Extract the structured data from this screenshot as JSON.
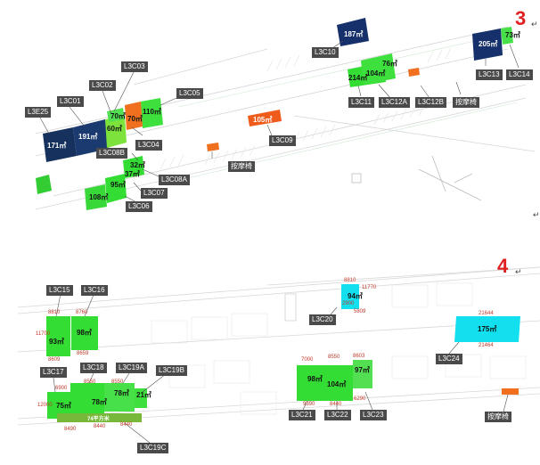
{
  "section3": {
    "number": "3",
    "labels": {
      "l3e25": "L3E25",
      "l3c01": "L3C01",
      "l3c02": "L3C02",
      "l3c03": "L3C03",
      "l3c04": "L3C04",
      "l3c05": "L3C05",
      "l3c08b": "L3C08B",
      "l3c08a": "L3C08A",
      "l3c07": "L3C07",
      "l3c06": "L3C06",
      "l3c09": "L3C09",
      "l3c10": "L3C10",
      "l3c11": "L3C11",
      "l3c12a": "L3C12A",
      "l3c12b": "L3C12B",
      "massage": "按摩椅",
      "l3c13": "L3C13",
      "l3c14": "L3C14",
      "massage2": "按摩椅"
    },
    "areas": {
      "a171": "171㎡",
      "a191": "191㎡",
      "a60": "60㎡",
      "a70a": "70㎡",
      "a70b": "70㎡",
      "a110": "110㎡",
      "a105": "105㎡",
      "a187": "187㎡",
      "a214": "214㎡",
      "a104": "104㎡",
      "a76": "76㎡",
      "a205": "205㎡",
      "a73": "73㎡",
      "a32": "32㎡",
      "a37": "37㎡",
      "a95": "95㎡",
      "a108": "108㎡"
    }
  },
  "section4": {
    "number": "4",
    "labels": {
      "l3c15": "L3C15",
      "l3c16": "L3C16",
      "l3c17": "L3C17",
      "l3c18": "L3C18",
      "l3c19a": "L3C19A",
      "l3c19b": "L3C19B",
      "l3c19c": "L3C19C",
      "l3c20": "L3C20",
      "l3c21": "L3C21",
      "l3c22": "L3C22",
      "l3c23": "L3C23",
      "l3c24": "L3C24",
      "massage": "按摩椅"
    },
    "areas": {
      "a93": "93㎡",
      "a98a": "98㎡",
      "a75": "75㎡",
      "a78a": "78㎡",
      "a78b": "78㎡",
      "a21": "21㎡",
      "a74": "74平方米",
      "a94": "94㎡",
      "a98b": "98㎡",
      "a104": "104㎡",
      "a97": "97㎡",
      "a175": "175㎡"
    },
    "dims": {
      "d8810a": "8810",
      "d8760": "8760",
      "d11700": "11700",
      "d8609": "8609",
      "d8659": "8659",
      "d6900": "6900",
      "d8550": "8550",
      "d8550b": "8550",
      "d12000": "12000",
      "d8440a": "8440",
      "d8440b": "8440",
      "d8490": "8490",
      "d8810b": "8810",
      "d5809": "5809",
      "d2900": "2900",
      "d7000": "7000",
      "d8550c": "8550",
      "d8603": "8603",
      "d9390": "9390",
      "d8440c": "8440",
      "d6290": "6290",
      "d21644": "21644",
      "d21464": "21464",
      "d11770": "11770"
    }
  },
  "paragraph_mark": "↵"
}
